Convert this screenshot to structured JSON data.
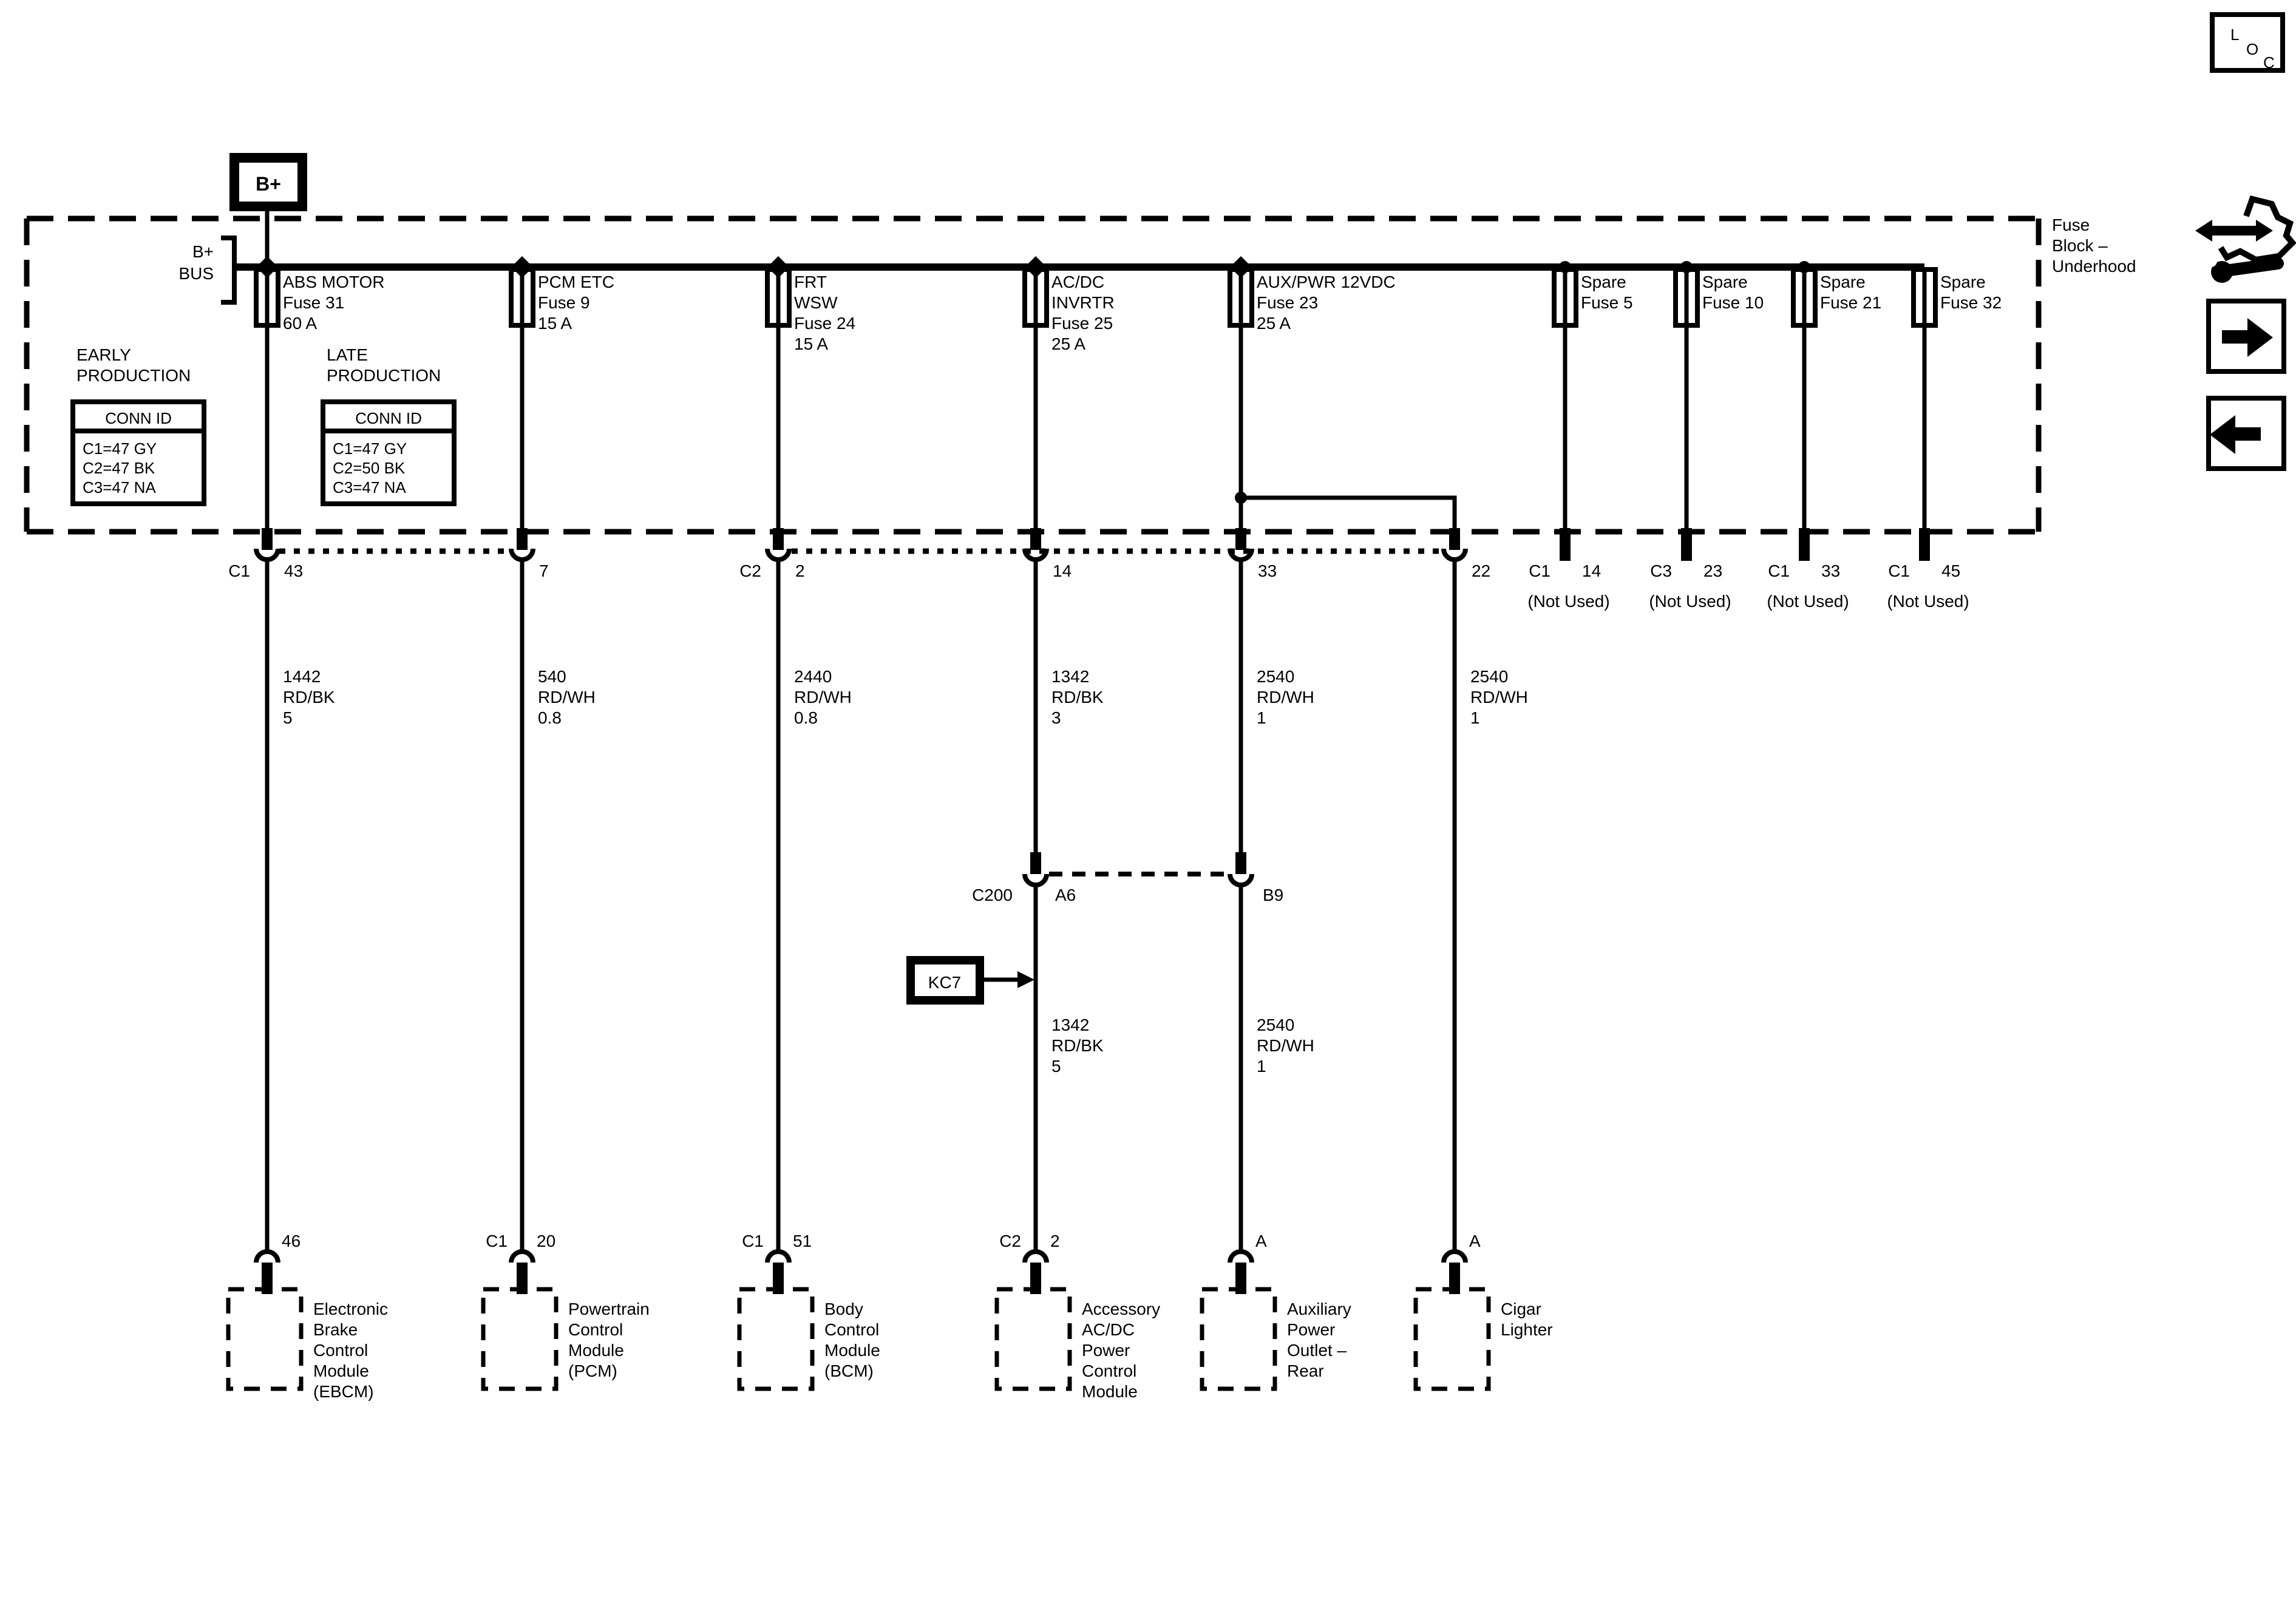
{
  "colors": {
    "ink": "#000000",
    "paper": "#ffffff"
  },
  "loc": {
    "l": "L",
    "o": "O",
    "c": "C"
  },
  "title": {
    "lines": [
      "Fuse",
      "Block –",
      "Underhood"
    ]
  },
  "battery_label": "B+",
  "bus_label": {
    "lines": [
      "B+",
      "BUS"
    ]
  },
  "production_notes": [
    {
      "title_lines": [
        "EARLY",
        "PRODUCTION"
      ],
      "header": "CONN ID",
      "rows": [
        "C1=47 GY",
        "C2=47 BK",
        "C3=47 NA"
      ]
    },
    {
      "title_lines": [
        "LATE",
        "PRODUCTION"
      ],
      "header": "CONN ID",
      "rows": [
        "C1=47 GY",
        "C2=50 BK",
        "C3=47 NA"
      ]
    }
  ],
  "fuses": [
    {
      "lines": [
        "ABS MOTOR",
        "Fuse 31",
        "60 A"
      ]
    },
    {
      "lines": [
        "PCM ETC",
        "Fuse 9",
        "15 A"
      ]
    },
    {
      "lines": [
        "FRT",
        "WSW",
        "Fuse 24",
        "15 A"
      ]
    },
    {
      "lines": [
        "AC/DC",
        "INVRTR",
        "Fuse 25",
        "25 A"
      ]
    },
    {
      "lines": [
        "AUX/PWR 12VDC",
        "Fuse 23",
        "25 A"
      ]
    },
    {
      "lines": [
        "Spare",
        "Fuse 5"
      ]
    },
    {
      "lines": [
        "Spare",
        "Fuse 10"
      ]
    },
    {
      "lines": [
        "Spare",
        "Fuse 21"
      ]
    },
    {
      "lines": [
        "Spare",
        "Fuse 32"
      ]
    }
  ],
  "block_pins": [
    {
      "conn": "C1",
      "pin": "43"
    },
    {
      "pin": "7"
    },
    {
      "conn": "C2",
      "pin": "2"
    },
    {
      "pin": "14"
    },
    {
      "pin": "33"
    },
    {
      "pin": "22"
    }
  ],
  "spare_pins": [
    {
      "conn": "C1",
      "pin": "14",
      "note": "(Not Used)"
    },
    {
      "conn": "C3",
      "pin": "23",
      "note": "(Not Used)"
    },
    {
      "conn": "C1",
      "pin": "33",
      "note": "(Not Used)"
    },
    {
      "conn": "C1",
      "pin": "45",
      "note": "(Not Used)"
    }
  ],
  "upper_wires": [
    {
      "lines": [
        "1442",
        "RD/BK",
        "5"
      ]
    },
    {
      "lines": [
        "540",
        "RD/WH",
        "0.8"
      ]
    },
    {
      "lines": [
        "2440",
        "RD/WH",
        "0.8"
      ]
    },
    {
      "lines": [
        "1342",
        "RD/BK",
        "3"
      ]
    },
    {
      "lines": [
        "2540",
        "RD/WH",
        "1"
      ]
    },
    {
      "lines": [
        "2540",
        "RD/WH",
        "1"
      ]
    }
  ],
  "c200": {
    "label": "C200",
    "pin_left": "A6",
    "pin_right": "B9"
  },
  "kc7": {
    "label": "KC7"
  },
  "lower_wires": [
    {
      "lines": [
        "1342",
        "RD/BK",
        "5"
      ]
    },
    {
      "lines": [
        "2540",
        "RD/WH",
        "1"
      ]
    }
  ],
  "module_pins": [
    {
      "pin": "46"
    },
    {
      "conn": "C1",
      "pin": "20"
    },
    {
      "conn": "C1",
      "pin": "51"
    },
    {
      "conn": "C2",
      "pin": "2"
    },
    {
      "pin": "A"
    },
    {
      "pin": "A"
    }
  ],
  "modules": [
    {
      "lines": [
        "Electronic",
        "Brake",
        "Control",
        "Module",
        "(EBCM)"
      ]
    },
    {
      "lines": [
        "Powertrain",
        "Control",
        "Module",
        "(PCM)"
      ]
    },
    {
      "lines": [
        "Body",
        "Control",
        "Module",
        "(BCM)"
      ]
    },
    {
      "lines": [
        "Accessory",
        "AC/DC",
        "Power",
        "Control",
        "Module"
      ]
    },
    {
      "lines": [
        "Auxiliary",
        "Power",
        "Outlet –",
        "Rear"
      ]
    },
    {
      "lines": [
        "Cigar",
        "Lighter"
      ]
    }
  ]
}
